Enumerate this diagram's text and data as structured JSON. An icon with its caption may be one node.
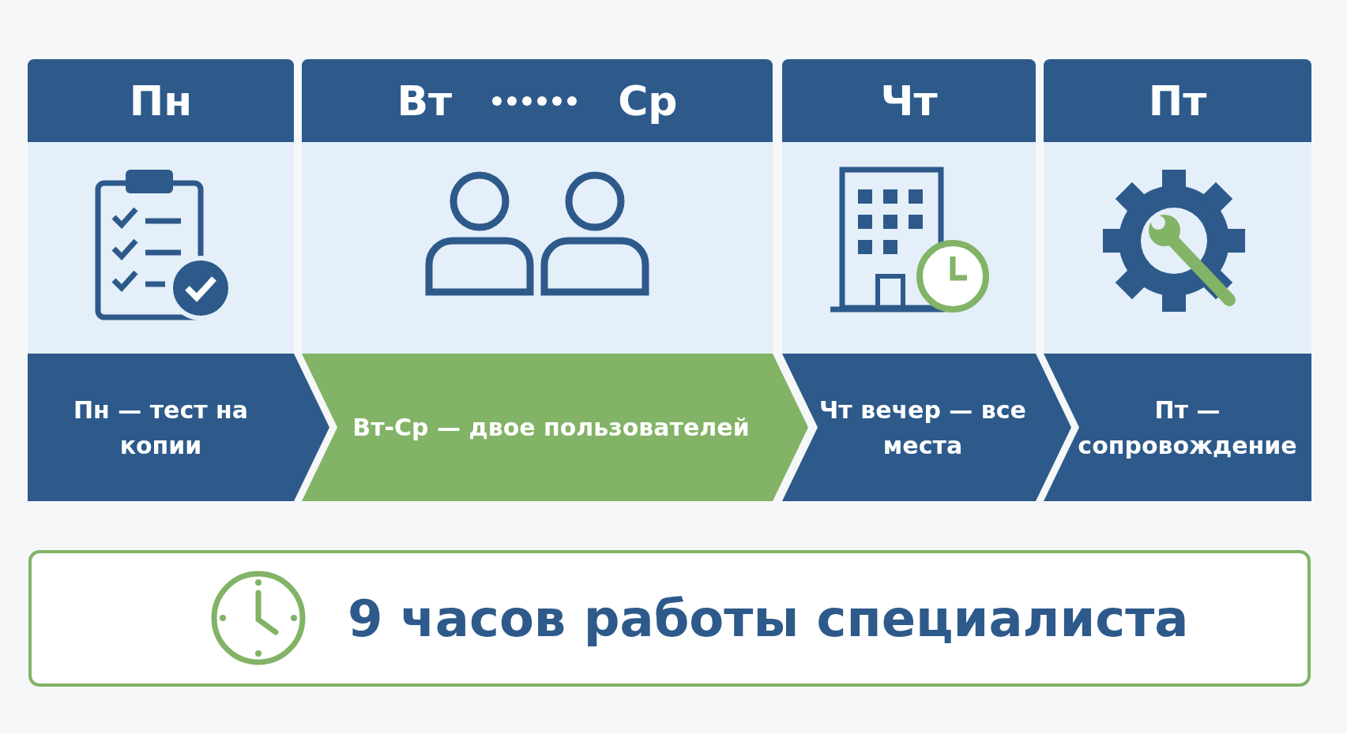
{
  "diagram": {
    "nodes": [
      {
        "text": [
          "Пн",
          "Пн — тест на копии"
        ]
      },
      {
        "text": [
          "Вт",
          "Ср",
          "Вт-Ср — двое пользователей"
        ]
      },
      {
        "text": [
          "Чт",
          "Чт вечер — все места"
        ]
      },
      {
        "text": [
          "Пт",
          "Пт — сопровождение"
        ]
      },
      {
        "text": [
          "9 часов работы специалиста"
        ]
      }
    ]
  }
}
